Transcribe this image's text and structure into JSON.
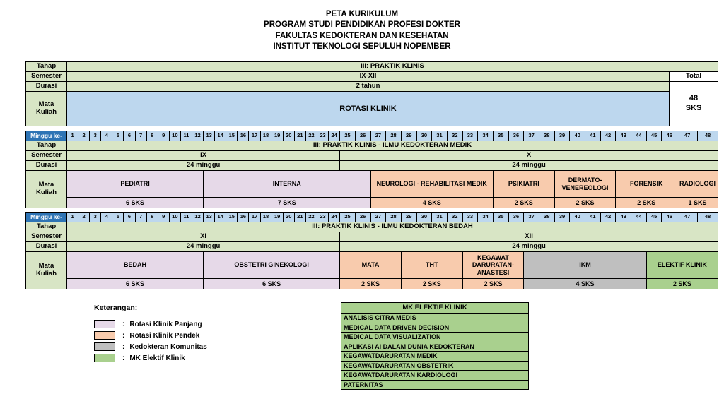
{
  "title": {
    "line1": "PETA KURIKULUM",
    "line2": "PROGRAM STUDI PENDIDIKAN PROFESI DOKTER",
    "line3": "FAKULTAS KEDOKTERAN DAN KESEHATAN",
    "line4": "INSTITUT TEKNOLOGI SEPULUH NOPEMBER"
  },
  "labels": {
    "tahap": "Tahap",
    "semester": "Semester",
    "durasi": "Durasi",
    "mata_kuliah": "Mata Kuliah",
    "minggu": "Minggu ke-",
    "total": "Total"
  },
  "weeks": [
    1,
    2,
    3,
    4,
    5,
    6,
    7,
    8,
    9,
    10,
    11,
    12,
    13,
    14,
    15,
    16,
    17,
    18,
    19,
    20,
    21,
    22,
    23,
    24,
    25,
    26,
    27,
    28,
    29,
    30,
    31,
    32,
    33,
    34,
    35,
    36,
    37,
    38,
    39,
    40,
    41,
    42,
    43,
    44,
    45,
    46,
    47,
    48
  ],
  "overview": {
    "tahap": "III: PRAKTIK KLINIS",
    "semester": "IX-XII",
    "durasi": "2 tahun",
    "mata_kuliah": "ROTASI KLINIK",
    "total_value": "48",
    "total_unit": "SKS"
  },
  "tables": [
    {
      "tahap": "III: PRAKTIK KLINIS - ILMU KEDOKTERAN MEDIK",
      "semesters": [
        {
          "label": "IX",
          "durasi": "24 minggu",
          "weeks": 24
        },
        {
          "label": "X",
          "durasi": "24 minggu",
          "weeks": 24
        }
      ],
      "courses": [
        {
          "name": "PEDIATRI",
          "sks": "6 SKS",
          "weeks": 12,
          "type": "long"
        },
        {
          "name": "INTERNA",
          "sks": "7 SKS",
          "weeks": 14,
          "type": "long"
        },
        {
          "name": "NEUROLOGI - REHABILITASI MEDIK",
          "sks": "4 SKS",
          "weeks": 8,
          "type": "short"
        },
        {
          "name": "PSIKIATRI",
          "sks": "2 SKS",
          "weeks": 4,
          "type": "short"
        },
        {
          "name": "DERMATO-VENEREOLOGI",
          "sks": "2 SKS",
          "weeks": 4,
          "type": "short"
        },
        {
          "name": "FORENSIK",
          "sks": "2 SKS",
          "weeks": 4,
          "type": "short"
        },
        {
          "name": "RADIOLOGI",
          "sks": "1 SKS",
          "weeks": 2,
          "type": "short"
        }
      ]
    },
    {
      "tahap": "III: PRAKTIK KLINIS - ILMU KEDOKTERAN BEDAH",
      "semesters": [
        {
          "label": "XI",
          "durasi": "24 minggu",
          "weeks": 24
        },
        {
          "label": "XII",
          "durasi": "24 minggu",
          "weeks": 24
        }
      ],
      "courses": [
        {
          "name": "BEDAH",
          "sks": "6 SKS",
          "weeks": 12,
          "type": "long"
        },
        {
          "name": "OBSTETRI GINEKOLOGI",
          "sks": "6 SKS",
          "weeks": 12,
          "type": "long"
        },
        {
          "name": "MATA",
          "sks": "2 SKS",
          "weeks": 4,
          "type": "short"
        },
        {
          "name": "THT",
          "sks": "2 SKS",
          "weeks": 4,
          "type": "short"
        },
        {
          "name": "KEGAWAT DARURATAN-ANASTESI",
          "sks": "2 SKS",
          "weeks": 4,
          "type": "short"
        },
        {
          "name": "IKM",
          "sks": "4 SKS",
          "weeks": 8,
          "type": "community"
        },
        {
          "name": "ELEKTIF KLINIK",
          "sks": "2 SKS",
          "weeks": 4,
          "type": "elective"
        }
      ]
    }
  ],
  "legend": {
    "heading": "Keterangan:",
    "separator": ":",
    "items": [
      {
        "type": "long",
        "label": "Rotasi Klinik Panjang"
      },
      {
        "type": "short",
        "label": "Rotasi Klinik Pendek"
      },
      {
        "type": "community",
        "label": "Kedokteran Komunitas"
      },
      {
        "type": "elective",
        "label": "MK Elektif Klinik"
      }
    ]
  },
  "elective_table": {
    "header": "MK ELEKTIF KLINIK",
    "rows": [
      "ANALISIS CITRA MEDIS",
      "MEDICAL DATA DRIVEN DECISION",
      "MEDICAL DATA VISUALIZATION",
      "APLIKASI AI DALAM DUNIA KEDOKTERAN",
      "KEGAWATDARURATAN MEDIK",
      "KEGAWATDARURATAN OBSTETRIK",
      "KEGAWATDARURATAN KARDIOLOGI",
      "PATERNITAS"
    ]
  },
  "colors": {
    "header_green": "#d8e5c5",
    "week_blue": "#bdd7ee",
    "week_label_blue": "#2e74b5",
    "rotasi_blue": "#bdd7ee",
    "long": "#e6d9e8",
    "short": "#f8cbad",
    "community": "#bfbfbf",
    "elective": "#a9d08e"
  }
}
